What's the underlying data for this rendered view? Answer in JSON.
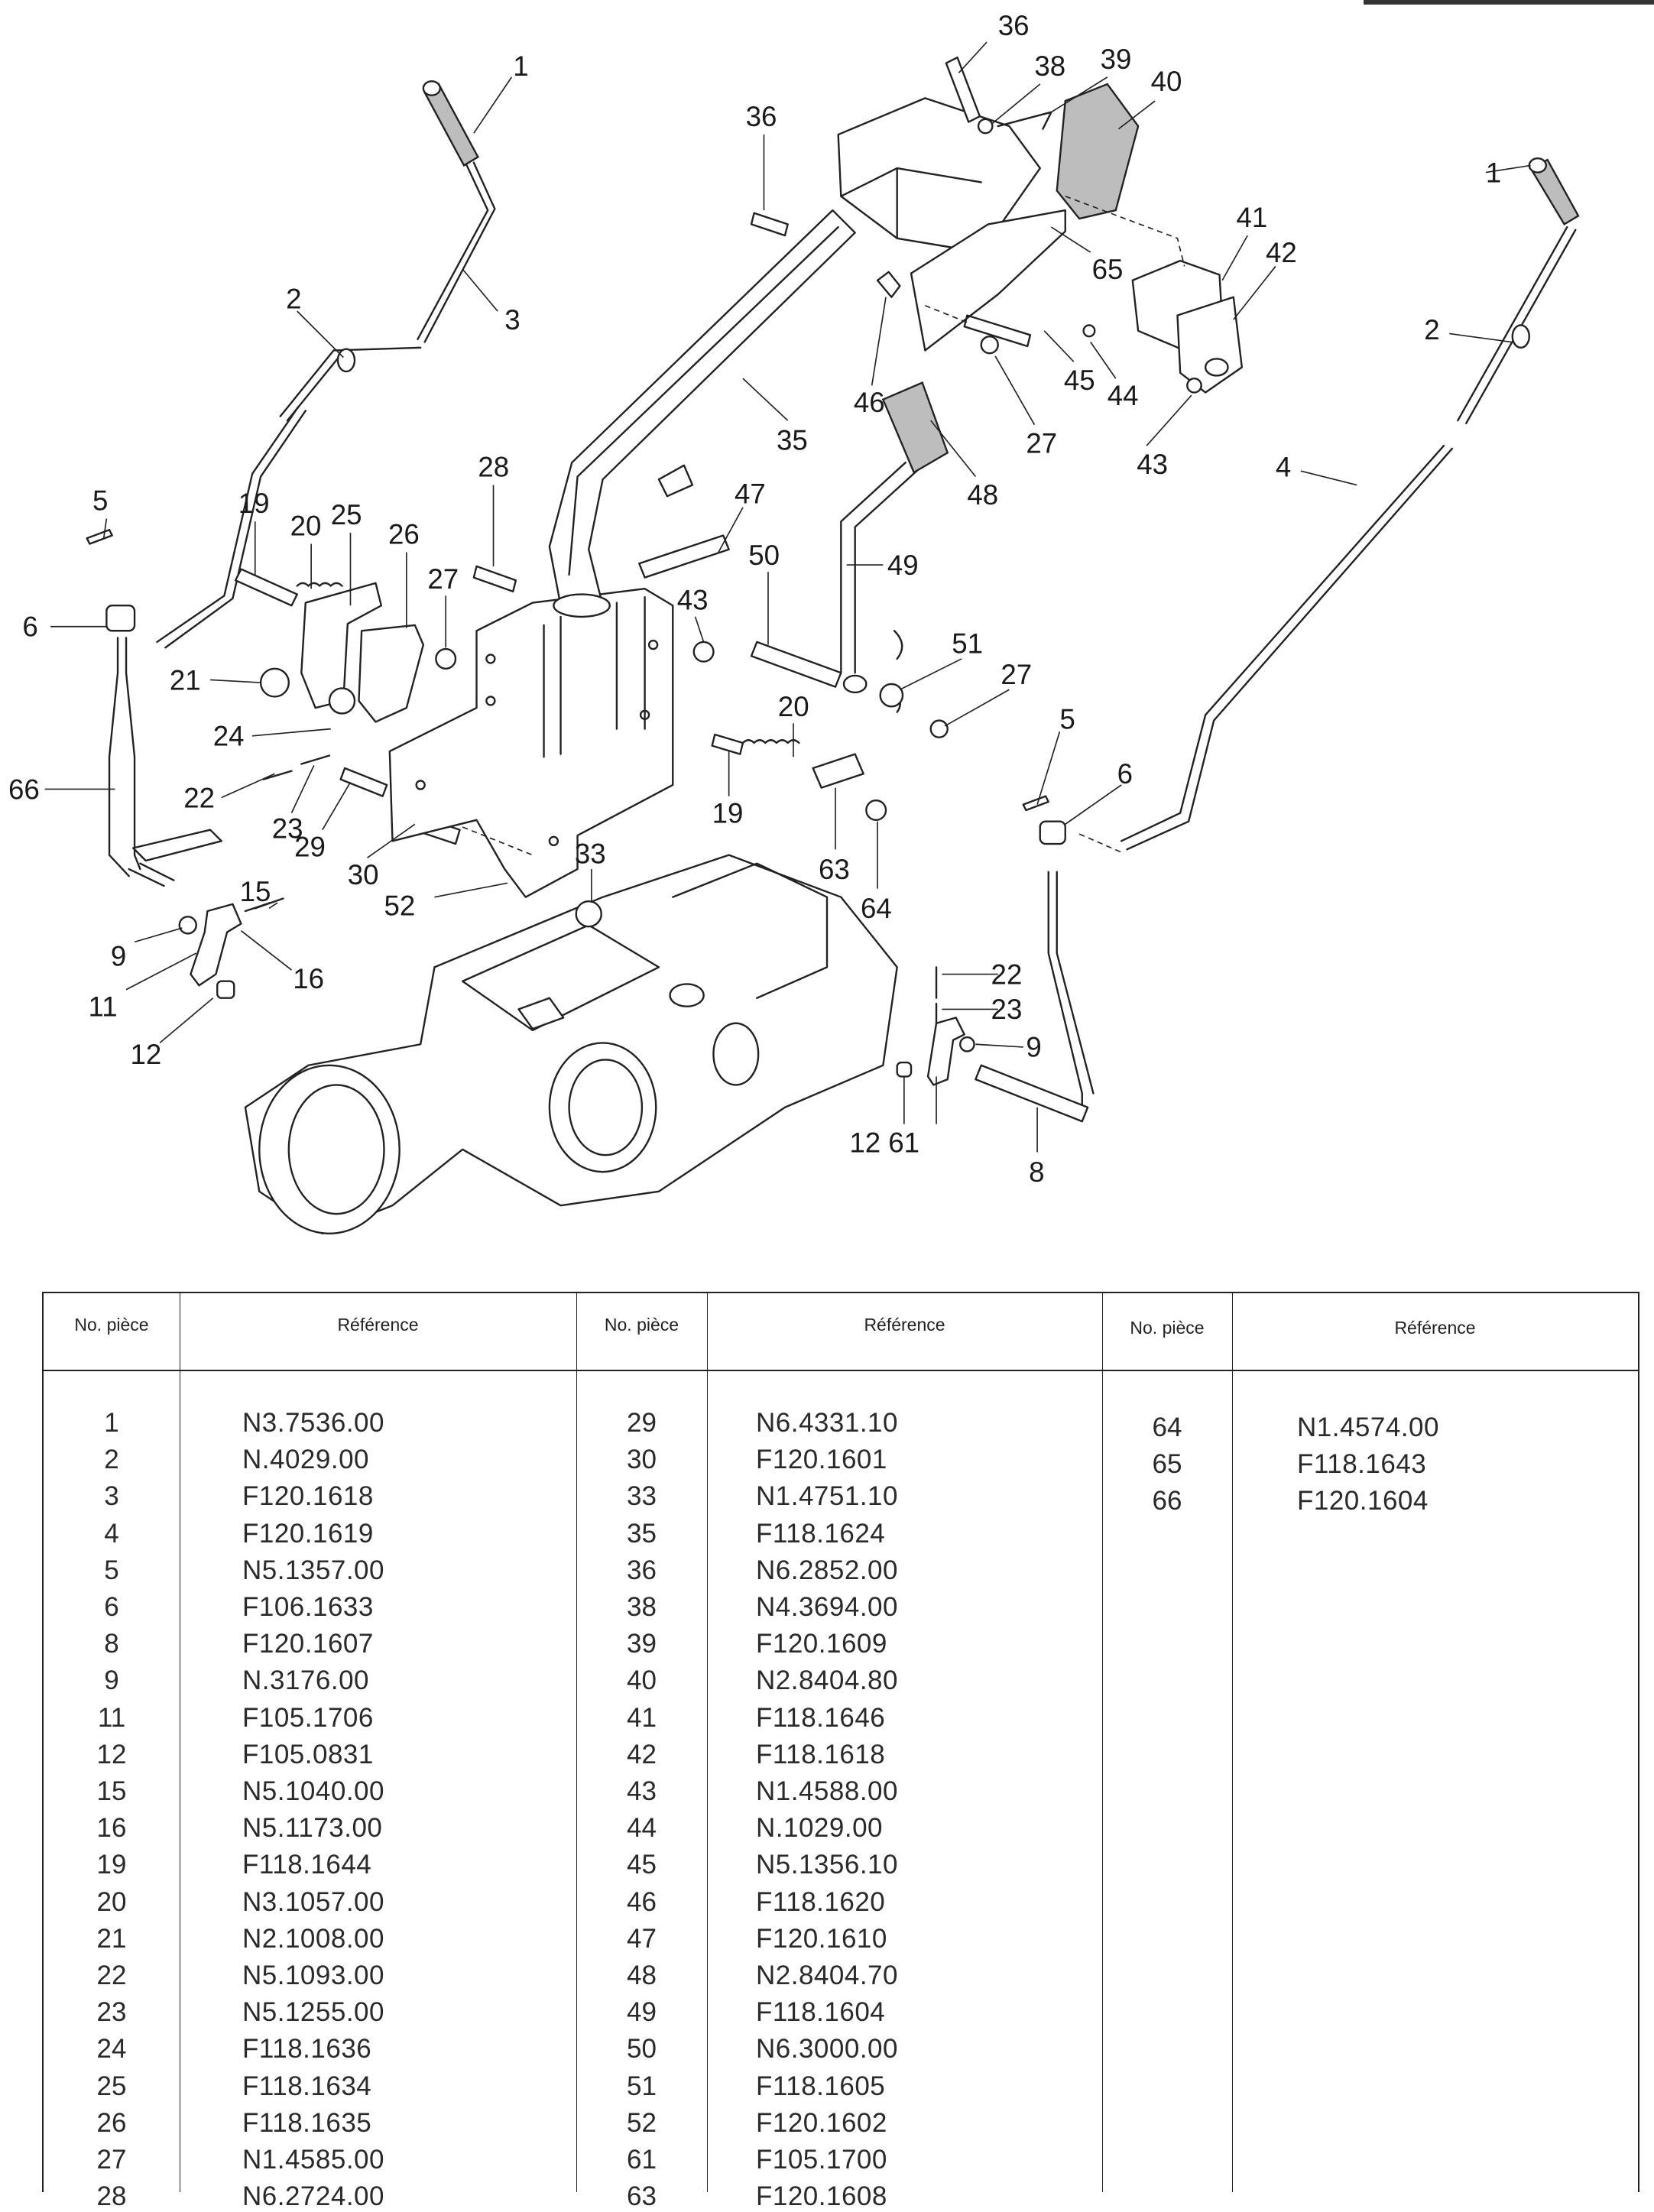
{
  "diagram": {
    "title": "Gear shift and control lever linkage exploded view",
    "callouts": [
      "1",
      "3",
      "2",
      "5",
      "6",
      "19",
      "20",
      "25",
      "26",
      "27",
      "28",
      "21",
      "24",
      "22",
      "23",
      "29",
      "15",
      "30",
      "52",
      "33",
      "66",
      "9",
      "16",
      "11",
      "12",
      "36",
      "36",
      "38",
      "39",
      "40",
      "65",
      "41",
      "42",
      "46",
      "45",
      "44",
      "27",
      "43",
      "35",
      "47",
      "48",
      "50",
      "49",
      "43",
      "51",
      "27",
      "20",
      "19",
      "63",
      "64",
      "1",
      "2",
      "4",
      "5",
      "6",
      "22",
      "23",
      "9",
      "12 61",
      "8"
    ]
  },
  "parts_table": {
    "header_no": "No. pièce",
    "header_ref": "Référence",
    "columns": [
      [
        {
          "no": "1",
          "ref": "N3.7536.00"
        },
        {
          "no": "2",
          "ref": "N.4029.00"
        },
        {
          "no": "3",
          "ref": "F120.1618"
        },
        {
          "no": "4",
          "ref": "F120.1619"
        },
        {
          "no": "5",
          "ref": "N5.1357.00"
        },
        {
          "no": "6",
          "ref": "F106.1633"
        },
        {
          "no": "8",
          "ref": "F120.1607"
        },
        {
          "no": "9",
          "ref": "N.3176.00"
        },
        {
          "no": "11",
          "ref": "F105.1706"
        },
        {
          "no": "12",
          "ref": "F105.0831"
        },
        {
          "no": "15",
          "ref": "N5.1040.00"
        },
        {
          "no": "16",
          "ref": "N5.1173.00"
        },
        {
          "no": "19",
          "ref": "F118.1644"
        },
        {
          "no": "20",
          "ref": "N3.1057.00"
        },
        {
          "no": "21",
          "ref": "N2.1008.00"
        },
        {
          "no": "22",
          "ref": "N5.1093.00"
        },
        {
          "no": "23",
          "ref": "N5.1255.00"
        },
        {
          "no": "24",
          "ref": "F118.1636"
        },
        {
          "no": "25",
          "ref": "F118.1634"
        },
        {
          "no": "26",
          "ref": "F118.1635"
        },
        {
          "no": "27",
          "ref": "N1.4585.00"
        },
        {
          "no": "28",
          "ref": "N6.2724.00"
        }
      ],
      [
        {
          "no": "29",
          "ref": "N6.4331.10"
        },
        {
          "no": "30",
          "ref": "F120.1601"
        },
        {
          "no": "33",
          "ref": "N1.4751.10"
        },
        {
          "no": "35",
          "ref": "F118.1624"
        },
        {
          "no": "36",
          "ref": "N6.2852.00"
        },
        {
          "no": "38",
          "ref": "N4.3694.00"
        },
        {
          "no": "39",
          "ref": "F120.1609"
        },
        {
          "no": "40",
          "ref": "N2.8404.80"
        },
        {
          "no": "41",
          "ref": "F118.1646"
        },
        {
          "no": "42",
          "ref": "F118.1618"
        },
        {
          "no": "43",
          "ref": "N1.4588.00"
        },
        {
          "no": "44",
          "ref": "N.1029.00"
        },
        {
          "no": "45",
          "ref": "N5.1356.10"
        },
        {
          "no": "46",
          "ref": "F118.1620"
        },
        {
          "no": "47",
          "ref": "F120.1610"
        },
        {
          "no": "48",
          "ref": "N2.8404.70"
        },
        {
          "no": "49",
          "ref": "F118.1604"
        },
        {
          "no": "50",
          "ref": "N6.3000.00"
        },
        {
          "no": "51",
          "ref": "F118.1605"
        },
        {
          "no": "52",
          "ref": "F120.1602"
        },
        {
          "no": "61",
          "ref": "F105.1700"
        },
        {
          "no": "63",
          "ref": "F120.1608"
        }
      ],
      [
        {
          "no": "64",
          "ref": "N1.4574.00"
        },
        {
          "no": "65",
          "ref": "F118.1643"
        },
        {
          "no": "66",
          "ref": "F120.1604"
        }
      ]
    ]
  }
}
